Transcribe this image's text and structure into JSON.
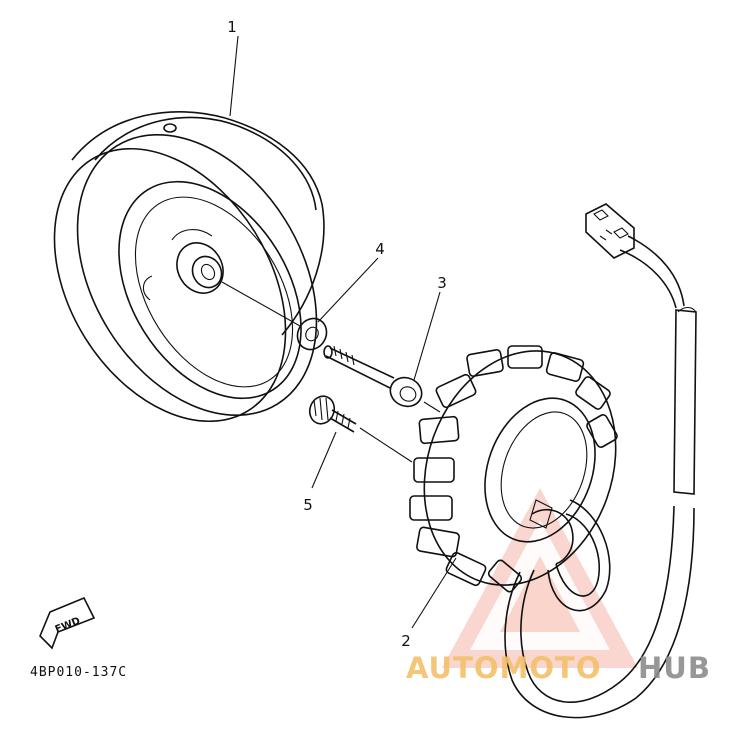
{
  "diagram": {
    "callouts": {
      "rotor": "1",
      "stator": "2",
      "stator_bolt": "3",
      "washer": "4",
      "screw": "5"
    },
    "part_code": "4BP010-137C",
    "fwd_label": "FWD"
  },
  "watermark": {
    "part1": "AUTOMOTO",
    "part2": "HUB",
    "color_primary": "#f08a72",
    "color_secondary": "#8c8c8c"
  }
}
